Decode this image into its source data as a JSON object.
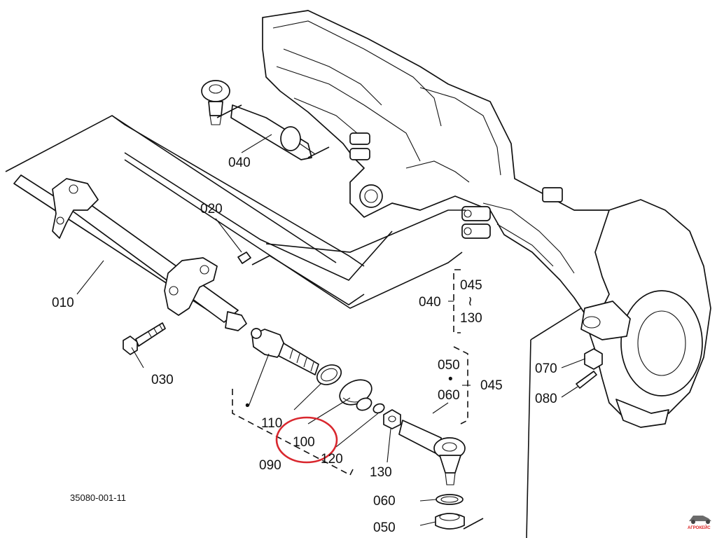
{
  "diagram": {
    "drawing_code": "35080-001-11",
    "labels": {
      "p010": "010",
      "p020": "020",
      "p030": "030",
      "p040": "040",
      "p040_group": "040",
      "p045_top": "045",
      "p045_group": "045",
      "p050_group": "050",
      "p050": "050",
      "p060_group": "060",
      "p060": "060",
      "p070": "070",
      "p080": "080",
      "p090": "090",
      "p100": "100",
      "p110": "110",
      "p120": "120",
      "p130_group": "130",
      "p130": "130",
      "range_symbol": "≀",
      "dot": "•"
    },
    "highlight": {
      "target": "100",
      "color": "#d9272e"
    },
    "logo": {
      "text": "АГРОКЕЙС",
      "color": "#d22222"
    }
  }
}
